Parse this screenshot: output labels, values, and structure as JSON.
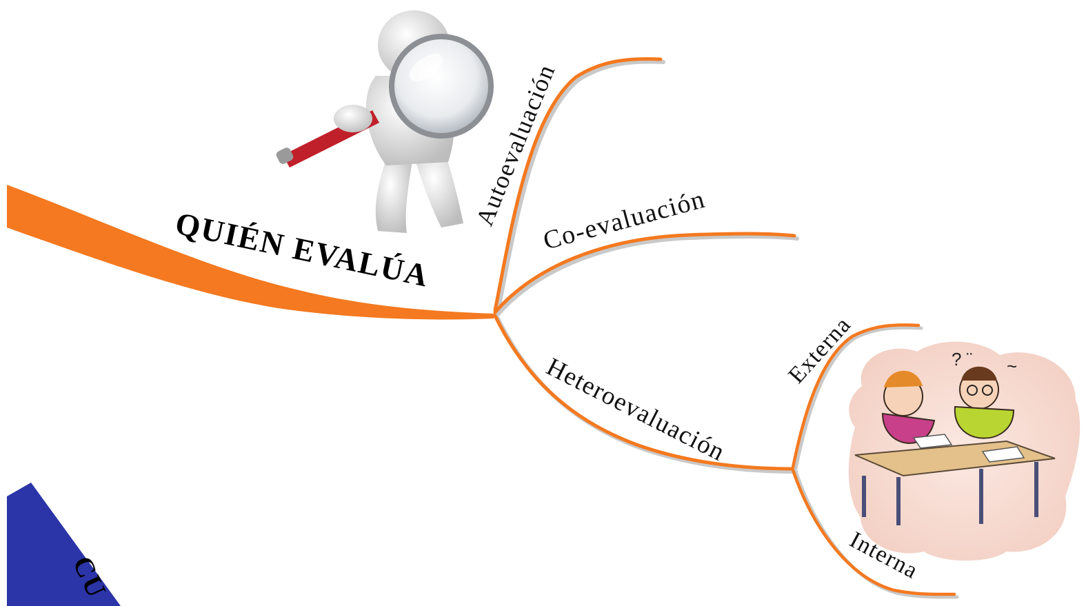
{
  "diagram": {
    "main_topic": "QUIÉN EVALÚA",
    "branches": [
      {
        "label": "Autoevaluación"
      },
      {
        "label": "Co-evaluación"
      },
      {
        "label": "Heteroevaluación",
        "children": [
          {
            "label": "Externa"
          },
          {
            "label": "Interna"
          }
        ]
      }
    ],
    "partial_next_topic": "CU",
    "colors": {
      "branch": "#f47920",
      "next_branch": "#2b35a8",
      "shadow": "#c9c9c9"
    },
    "images": [
      {
        "name": "figure-with-magnifier-illustration"
      },
      {
        "name": "students-at-desks-illustration"
      }
    ]
  }
}
